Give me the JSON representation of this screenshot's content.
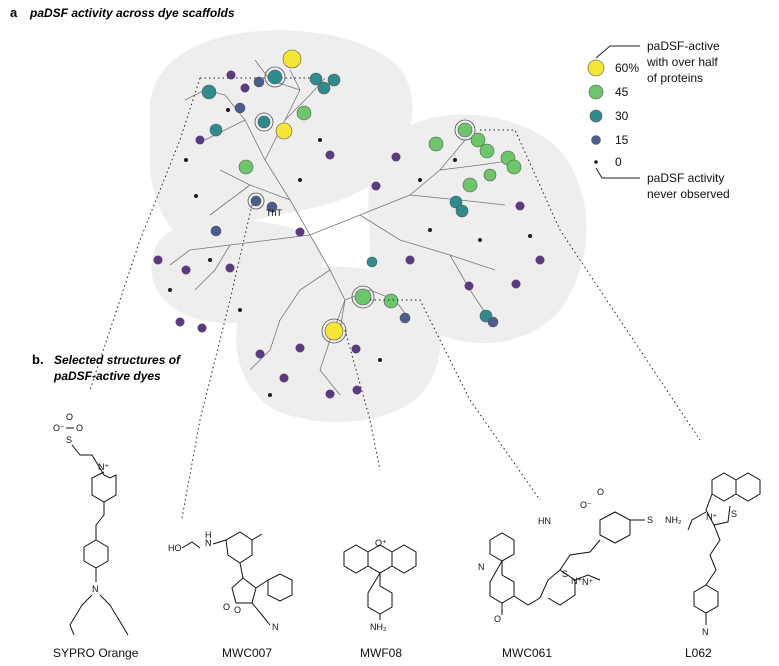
{
  "panel_a": {
    "letter": "a",
    "title": "paDSF activity across dye scaffolds",
    "tree_node_label": "ThT"
  },
  "legend": {
    "top_annotation": [
      "paDSF-active",
      "with over half",
      "of proteins"
    ],
    "entries": [
      {
        "label": "60%",
        "color": "#f5e535"
      },
      {
        "label": "45",
        "color": "#6cc66a"
      },
      {
        "label": "30",
        "color": "#2e8c8f"
      },
      {
        "label": "15",
        "color": "#4a5d91"
      },
      {
        "label": "0",
        "color": "#1c1c1c"
      }
    ],
    "bottom_annotation": [
      "paDSF activity",
      "never observed"
    ]
  },
  "colors": {
    "yellow": "#f5e535",
    "green": "#6cc66a",
    "teal": "#2e8c8f",
    "navy": "#4a5d91",
    "purple": "#5b3b7d",
    "black": "#1c1c1c",
    "background_blob": "#eeeeee"
  },
  "panel_b": {
    "letter": "b.",
    "title_lines": [
      "Selected structures of",
      "paDSF-active dyes"
    ]
  },
  "structures": [
    {
      "name": "SYPRO Orange",
      "atoms": [
        "O⁻",
        "O",
        "S",
        "O",
        "N⁺",
        "N"
      ]
    },
    {
      "name": "MWC007",
      "atoms": [
        "HO",
        "N",
        "H",
        "O",
        "O",
        "N"
      ]
    },
    {
      "name": "MWF08",
      "atoms": [
        "O⁺",
        "NH₂"
      ]
    },
    {
      "name": "MWC061",
      "atoms": [
        "HN",
        "N⁺",
        "O⁻",
        "O",
        "S",
        "NH₂",
        "N",
        "S",
        "N⁺",
        "O"
      ]
    },
    {
      "name": "L062",
      "atoms": [
        "N⁺",
        "S",
        "N"
      ]
    }
  ]
}
